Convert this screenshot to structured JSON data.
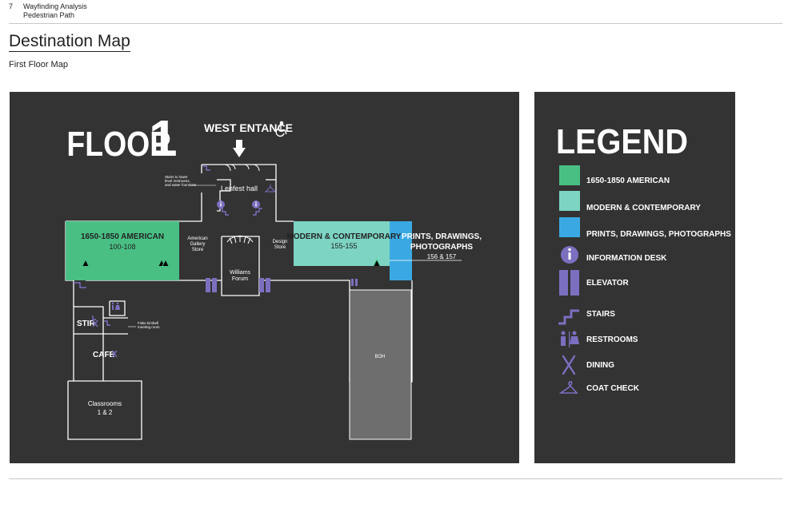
{
  "header": {
    "page_number": "7",
    "title": "Wayfinding Analysis",
    "subtitle": "Pedestrian Path"
  },
  "page_title": "Destination Map",
  "section_title": "First Floor Map",
  "map": {
    "floor_word": "FLOOR",
    "floor_number": "1",
    "entrance_label": "WEST ENTANCE",
    "stairs_note": [
      "Stairs to lower",
      "level restrooms,",
      "and water fountains"
    ],
    "lenfest": "Lenfest hall",
    "american_name": "1650-1850 AMERICAN",
    "american_rooms": "100-108",
    "american_store": [
      "American",
      "Gallery",
      "Store"
    ],
    "williams": [
      "Williams",
      "Forum"
    ],
    "design_store": [
      "Design",
      "Store"
    ],
    "modern_name": "MODERN & CONTEMPORARY",
    "modern_rooms": "155-155",
    "prints_name": [
      "PRINTS, DRAWINGS,",
      "PHOTOGRAPHS"
    ],
    "prints_rooms": "156 & 157",
    "stir": "STIR",
    "meeting_room": [
      "Fiske kimbell",
      "meeting room"
    ],
    "cafe": "CAFE",
    "classrooms": [
      "Classrooms",
      "1 & 2"
    ],
    "boh": "BOH"
  },
  "legend": {
    "title": "LEGEND",
    "items": [
      {
        "label": "1650-1850 AMERICAN",
        "icon": "swatch-american"
      },
      {
        "label": "MODERN & CONTEMPORARY",
        "icon": "swatch-modern"
      },
      {
        "label": "PRINTS, DRAWINGS, PHOTOGRAPHS",
        "icon": "swatch-prints"
      },
      {
        "label": "INFORMATION DESK",
        "icon": "info-icon"
      },
      {
        "label": "ELEVATOR",
        "icon": "elevator-icon"
      },
      {
        "label": "STAIRS",
        "icon": "stairs-icon"
      },
      {
        "label": "RESTROOMS",
        "icon": "restroom-icon"
      },
      {
        "label": "DINING",
        "icon": "dining-icon"
      },
      {
        "label": "COAT CHECK",
        "icon": "coat-check-icon"
      }
    ]
  },
  "colors": {
    "background": "#333333",
    "american": "#49bf84",
    "modern": "#7dd4c3",
    "prints": "#3aa9e3",
    "icon_purple": "#7b6fc0",
    "boh": "#6e6e6e"
  }
}
